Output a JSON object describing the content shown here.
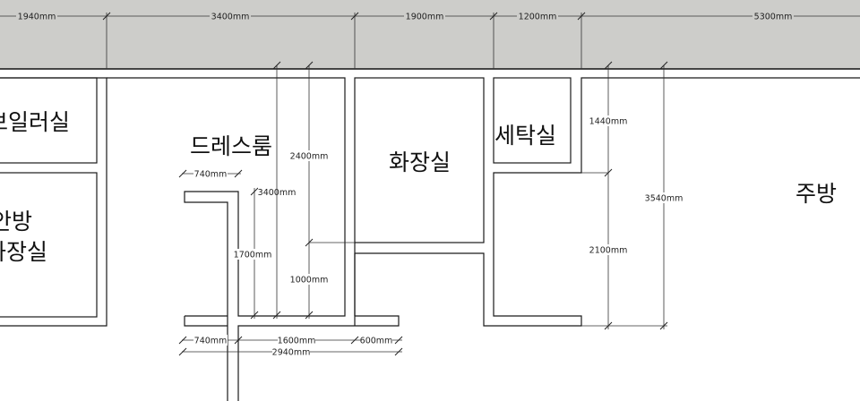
{
  "colors": {
    "top_band": "#cdcdca",
    "wall": "#1a1a1a",
    "background": "#ffffff"
  },
  "rooms": {
    "boiler": "보일러실",
    "master_bath_line1": "안방",
    "master_bath_line2": "화장실",
    "dressroom": "드레스룸",
    "bathroom": "화장실",
    "laundry": "세탁실",
    "kitchen": "주방"
  },
  "dimensions": {
    "top_1940": "1940mm",
    "top_3400": "3400mm",
    "top_1900": "1900mm",
    "top_1200": "1200mm",
    "top_5300": "5300mm",
    "dress_width_740": "740mm",
    "dress_vert_3400": "3400mm",
    "dress_vert_2400": "2400mm",
    "dress_vert_1700": "1700mm",
    "dress_vert_1000": "1000mm",
    "bottom_740": "740mm",
    "bottom_1600": "1600mm",
    "bottom_600": "600mm",
    "bottom_2940": "2940mm",
    "laundry_1440": "1440mm",
    "laundry_2100": "2100mm",
    "kitchen_3540": "3540mm"
  }
}
